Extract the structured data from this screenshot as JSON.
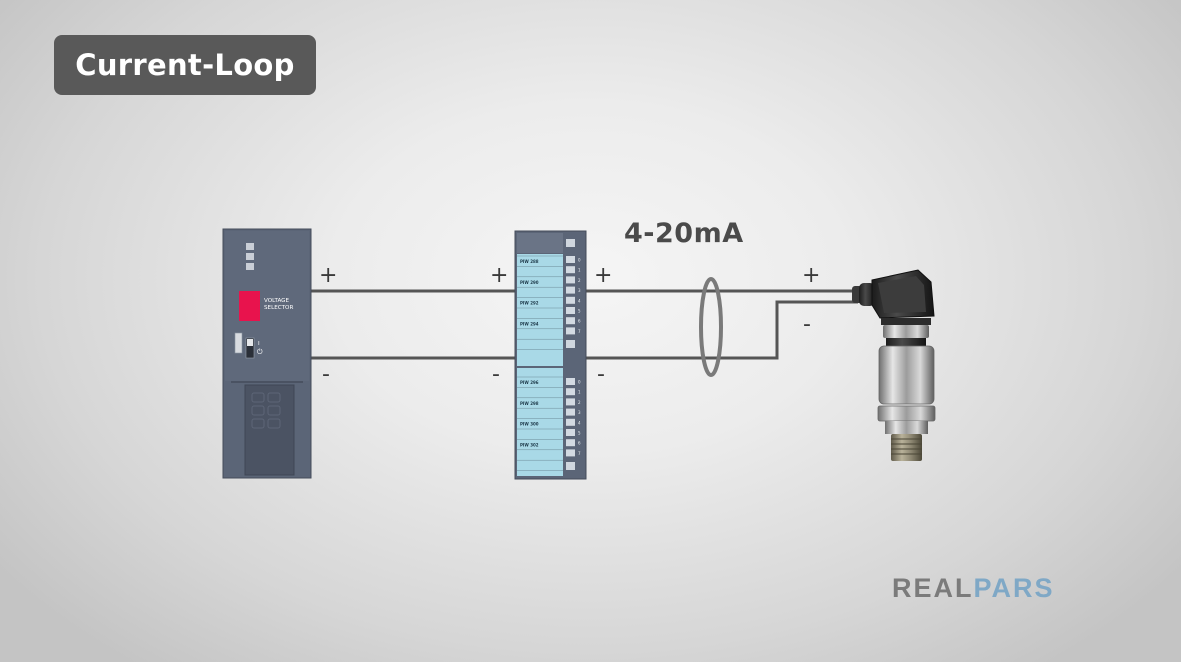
{
  "title": "Current-Loop",
  "current_label": "4-20mA",
  "power_supply": {
    "selector_label_line1": "VOLTAGE",
    "selector_label_line2": "SELECTOR",
    "switch_mark": "I"
  },
  "signs": {
    "psu_plus": "+",
    "psu_minus": "-",
    "io_left_plus": "+",
    "io_left_minus": "-",
    "io_right_plus": "+",
    "io_right_minus": "-",
    "sensor_plus": "+",
    "sensor_minus": "-"
  },
  "io_module": {
    "top_channels": [
      "PIW 288",
      "PIW 290",
      "PIW 292",
      "PIW 294"
    ],
    "bottom_channels": [
      "PIW 296",
      "PIW 298",
      "PIW 300",
      "PIW 302"
    ],
    "top_numbers": [
      "0",
      "1",
      "2",
      "3",
      "4",
      "5",
      "6",
      "7"
    ],
    "bottom_numbers": [
      "0",
      "1",
      "2",
      "3",
      "4",
      "5",
      "6",
      "7"
    ]
  },
  "logo": {
    "part1": "REAL",
    "part2": "PARS"
  },
  "colors": {
    "module_body": "#5b6577",
    "channel_strip": "#a9d9e7",
    "selector_red": "#e8134d",
    "wire": "#555555",
    "logo_gray": "#7b7b7b",
    "logo_blue": "#7fa8c6"
  }
}
